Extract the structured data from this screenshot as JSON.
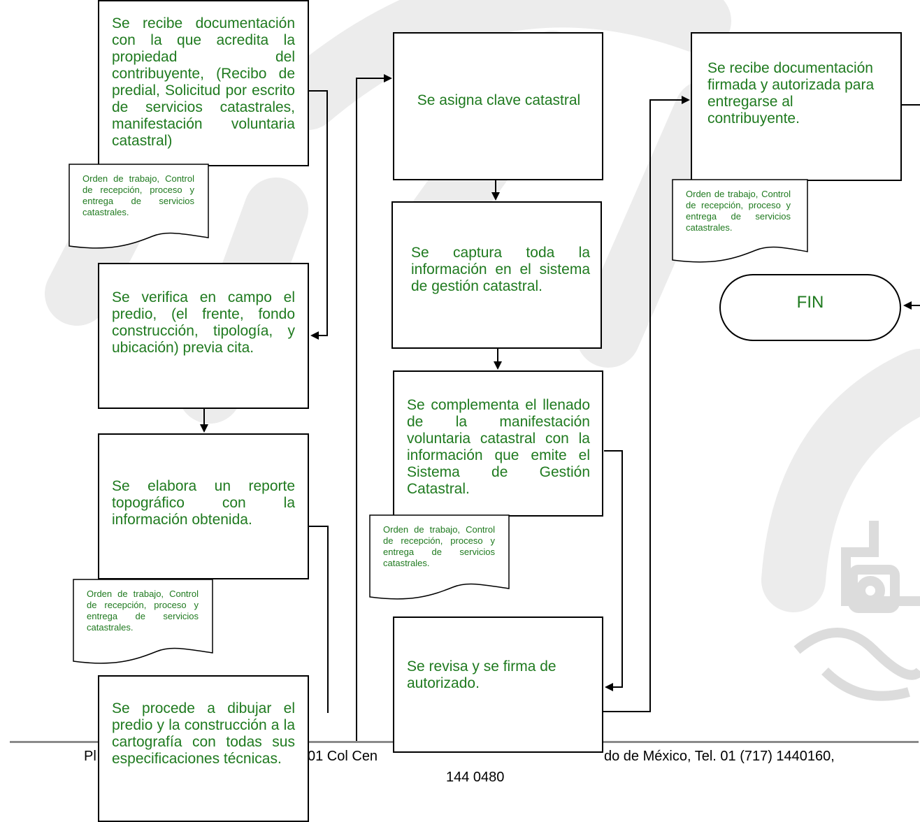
{
  "steps": {
    "recibe_documentacion": "Se recibe documentación con la que acredita la propiedad del contribuyente, (Recibo de predial, Solicitud por escrito de servicios catastrales, manifestación voluntaria catastral)",
    "verifica_campo": "Se verifica en campo el predio, (el frente, fondo construcción, tipología, y ubicación) previa cita.",
    "elabora_reporte": "Se elabora un reporte topográfico con la información obtenida.",
    "dibujar_predio": "Se procede a dibujar el predio y la construcción a la cartografía con todas sus especificaciones técnicas.",
    "asigna_clave": "Se asigna clave catastral",
    "captura_informacion": "Se captura toda la información en el sistema de gestión catastral.",
    "complementa_llenado": "Se complementa el llenado de la manifestación voluntaria catastral con la información que emite el Sistema de Gestión Catastral.",
    "revisa_firma": "Se revisa y se firma de autorizado.",
    "documentacion_firmada": "Se recibe documentación firmada y autorizada para entregarse al contribuyente."
  },
  "document_label": "Orden de trabajo, Control de recepción, proceso y entrega de servicios catastrales.",
  "fin_label": "FIN",
  "footer": {
    "line1_left": "Pl",
    "line1_mid": "01  Col Cen",
    "line1_right": "do de México, Tel. 01 (717) 1440160,",
    "line2": "144 0480"
  },
  "colors": {
    "text_green": "#1f7a1f",
    "watermark": "#e9e9e9",
    "rule": "#8a8a8a"
  }
}
